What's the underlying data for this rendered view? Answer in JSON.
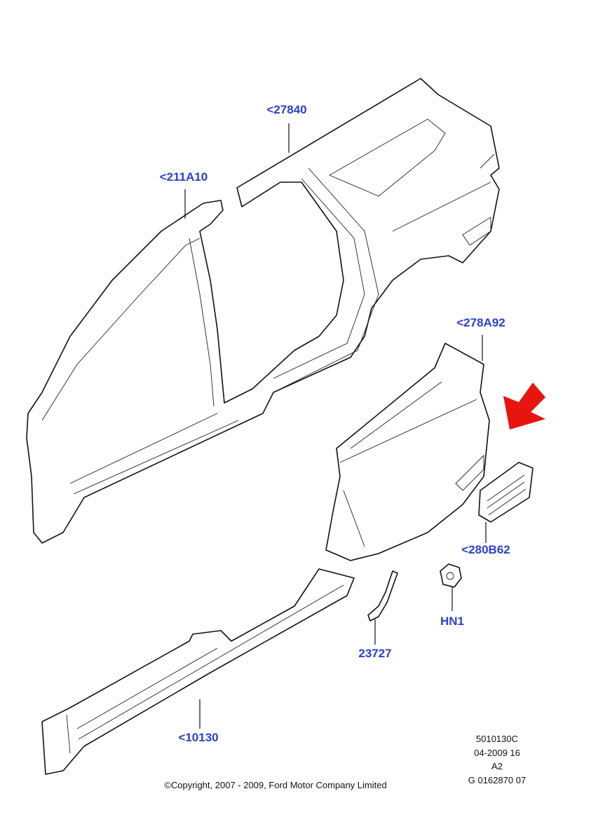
{
  "callouts": {
    "c27840": "<27840",
    "c211A10": "<211A10",
    "c278A92": "<278A92",
    "c280B62": "<280B62",
    "hn1": "HN1",
    "c23727": "23727",
    "c10130": "<10130"
  },
  "info_block": {
    "line1": "5010130C",
    "line2": "04-2009 16",
    "line3": "A2",
    "line4": "G 0162870 07"
  },
  "copyright": "©Copyright, 2007 - 2009, Ford Motor Company Limited",
  "colors": {
    "callout": "#2a3fd6",
    "arrow": "#e8140f"
  }
}
